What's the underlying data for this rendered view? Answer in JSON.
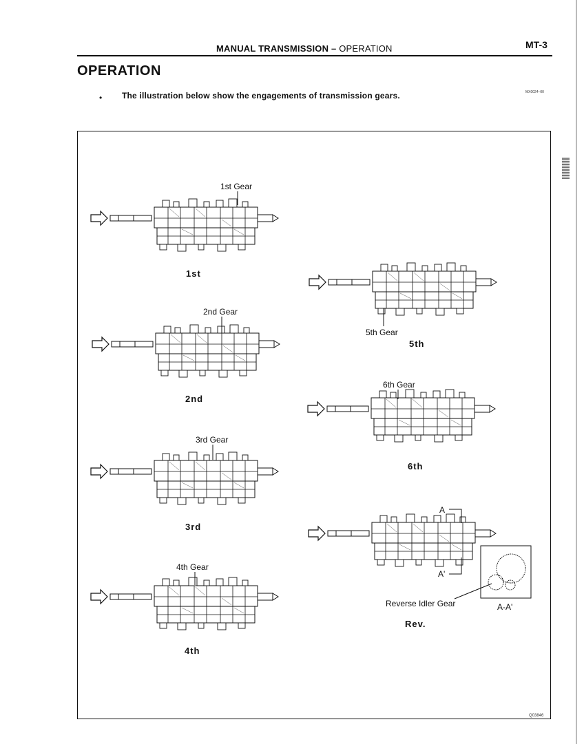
{
  "header": {
    "title": "MANUAL TRANSMISSION",
    "separator": " – ",
    "subtitle": "OPERATION",
    "page_number": "MT-3"
  },
  "section": {
    "title": "OPERATION",
    "bullet_marker": "•",
    "bullet_text": "The illustration below show the engagements of transmission gears.",
    "ref_code": "MX0024–00"
  },
  "figure": {
    "id": "Q03846",
    "views": [
      {
        "key": "first",
        "gear_label": "1st Gear",
        "position_label": "1st"
      },
      {
        "key": "second",
        "gear_label": "2nd Gear",
        "position_label": "2nd"
      },
      {
        "key": "third",
        "gear_label": "3rd Gear",
        "position_label": "3rd"
      },
      {
        "key": "fourth",
        "gear_label": "4th Gear",
        "position_label": "4th"
      },
      {
        "key": "fifth",
        "gear_label": "5th Gear",
        "position_label": "5th"
      },
      {
        "key": "sixth",
        "gear_label": "6th Gear",
        "position_label": "6th"
      },
      {
        "key": "reverse",
        "gear_label": "Reverse Idler Gear",
        "position_label": "Rev."
      }
    ],
    "section_marks": {
      "a": "A",
      "a_prime": "A'",
      "detail": "A-A'"
    }
  }
}
